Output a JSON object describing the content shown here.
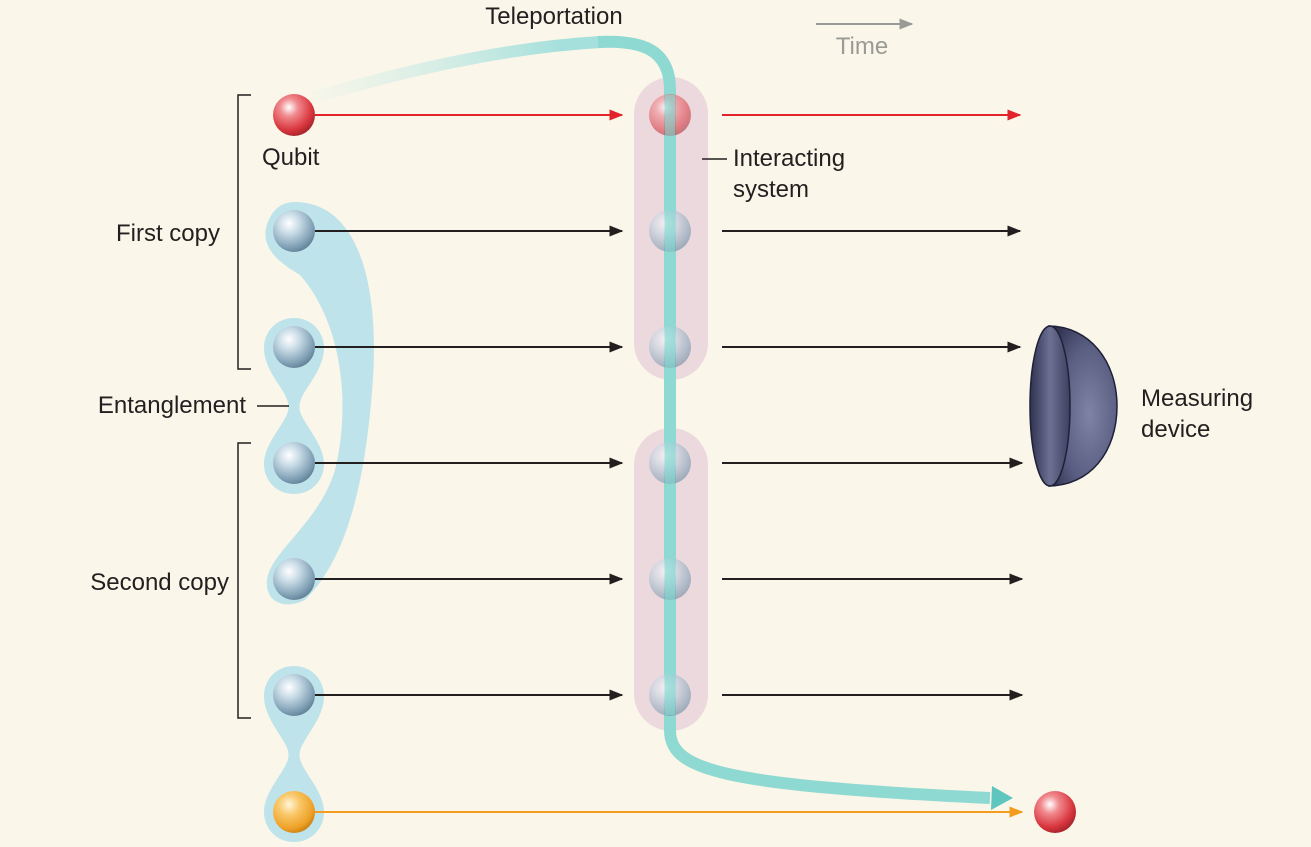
{
  "labels": {
    "teleportation": "Teleportation",
    "time": "Time",
    "qubit": "Qubit",
    "interacting_line1": "Interacting",
    "interacting_line2": "system",
    "first_copy": "First copy",
    "entanglement": "Entanglement",
    "second_copy": "Second copy",
    "measuring_line1": "Measuring",
    "measuring_line2": "device"
  },
  "colors": {
    "background": "#faf6e9",
    "qubit_red": "#d9363e",
    "arrow_red": "#e3232c",
    "arrow_orange": "#f39c1f",
    "arrow_black": "#231f20",
    "entanglement_cyan": "#bfe3ea",
    "teleport_teal": "#6fcfc9",
    "interacting_pink": "#ecd9de",
    "measuring_device": "#4a4d6e",
    "time_gray": "#9a9a96"
  },
  "icons": {
    "qubit": "sphere-icon",
    "measuring_device": "hemisphere-icon"
  }
}
